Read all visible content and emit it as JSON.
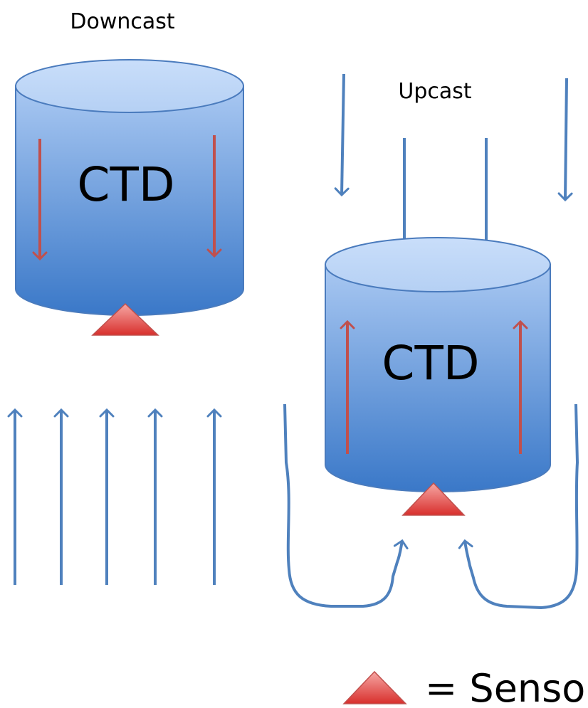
{
  "titles": {
    "downcast": "Downcast",
    "upcast": "Upcast"
  },
  "cylinders": {
    "left_label": "CTD",
    "right_label": "CTD"
  },
  "legend": {
    "text": "= Sensor"
  },
  "colors": {
    "flow_arrow": "#4f81bd",
    "motion_arrow": "#c0504d",
    "cylinder_top": "#c6dcf7",
    "cylinder_body_top": "#a9c8f2",
    "cylinder_body_bottom": "#3a78c8",
    "sensor_top": "#f4a2a0",
    "sensor_bottom": "#d9302d"
  }
}
